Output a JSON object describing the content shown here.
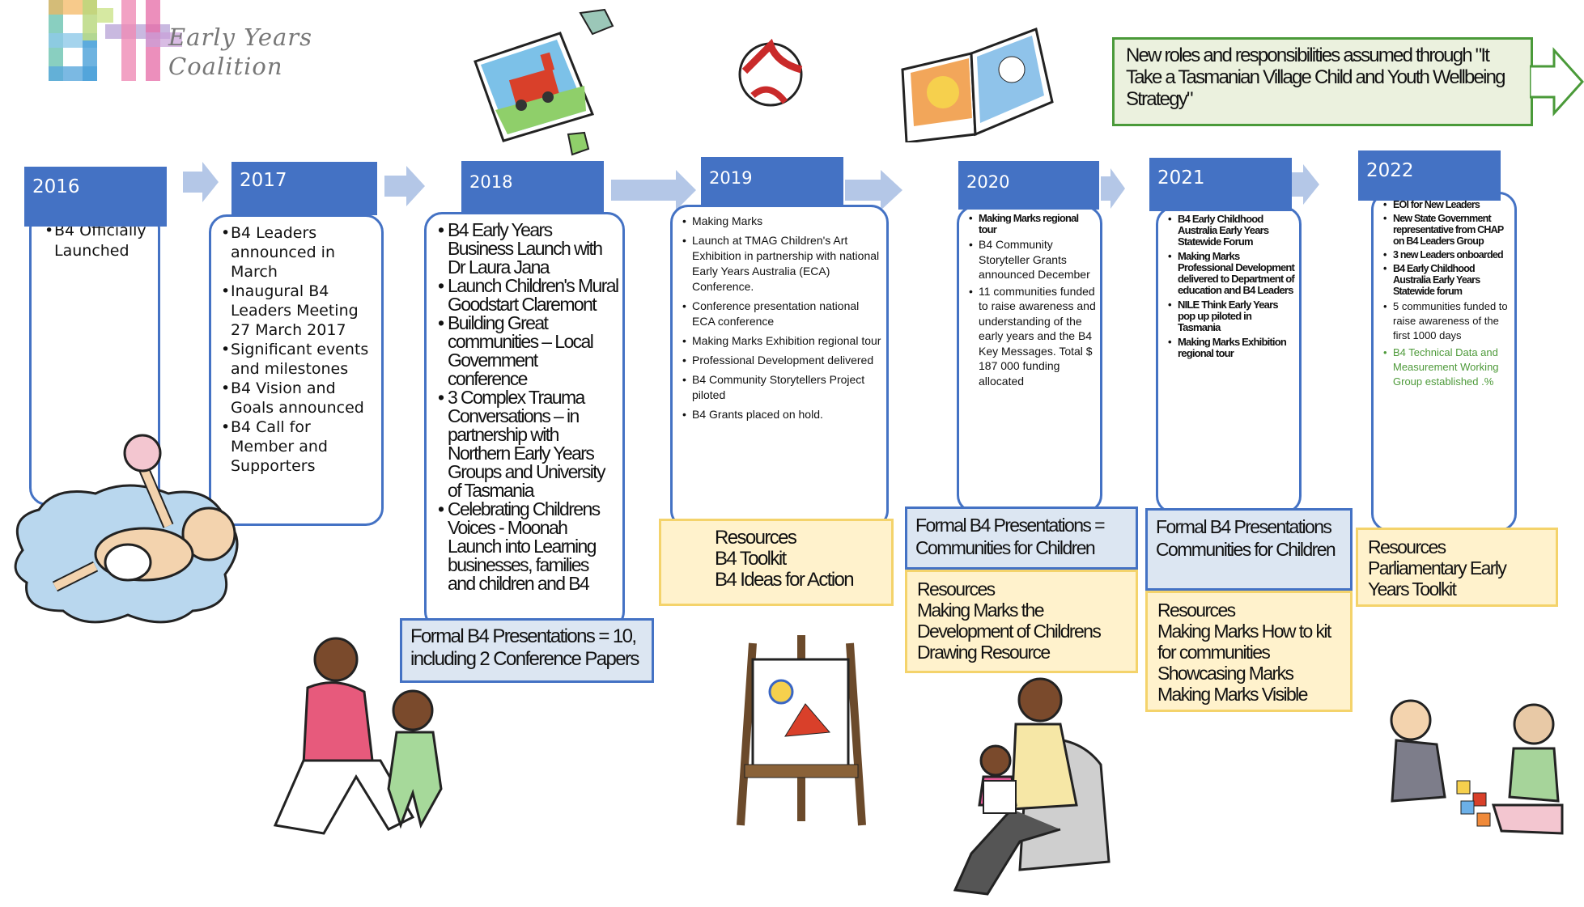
{
  "logo": {
    "mark": "B4",
    "line1": "Early Years",
    "line2": "Coalition"
  },
  "callout": {
    "text": "New roles and responsibilities assumed through \"It Take a Tasmanian Village Child and Youth Wellbeing Strategy\""
  },
  "colors": {
    "year_tab": "#4472c4",
    "presentation_fill": "#dce6f2",
    "resources_fill": "#fff2cc",
    "resources_border": "#f4d36b",
    "callout_fill": "#ebf1de",
    "callout_border": "#4a9a39",
    "arrow": "#b4c7e7"
  },
  "timeline": [
    {
      "year": "2016",
      "items": [
        "B4 Officially Launched"
      ]
    },
    {
      "year": "2017",
      "items": [
        "B4 Leaders announced in March",
        "Inaugural B4 Leaders Meeting 27 March 2017",
        "Significant events and milestones",
        "B4 Vision and Goals announced",
        "B4 Call for Member and Supporters"
      ]
    },
    {
      "year": "2018",
      "items": [
        "B4 Early Years Business Launch with Dr Laura Jana",
        "Launch Children's Mural Goodstart Claremont",
        "Building Great communities – Local Government conference",
        "3 Complex Trauma Conversations – in partnership with Northern Early Years Groups and University of Tasmania",
        "Celebrating Childrens Voices - Moonah Launch into Learning businesses, families and children and B4"
      ],
      "presentations": "Formal B4 Presentations = 10, including 2 Conference Papers"
    },
    {
      "year": "2019",
      "items": [
        "Making Marks",
        "Launch at TMAG Children's Art Exhibition in partnership with national Early Years Australia (ECA) Conference.",
        "Conference presentation national ECA conference",
        "Making Marks Exhibition regional tour",
        "Professional Development delivered",
        "B4 Community Storytellers Project piloted",
        "B4 Grants placed on hold."
      ],
      "resources": [
        "Resources",
        "B4 Toolkit",
        "B4 Ideas for Action"
      ]
    },
    {
      "year": "2020",
      "items": [
        "Making Marks regional tour",
        "B4 Community Storyteller Grants announced December",
        "11 communities funded to raise awareness and understanding of the early years and the B4 Key Messages. Total $ 187 000 funding allocated"
      ],
      "presentations": "Formal B4 Presentations = Communities for Children",
      "resources": [
        "Resources",
        "Making Marks the Development of Childrens Drawing Resource"
      ]
    },
    {
      "year": "2021",
      "items": [
        "B4 Early Childhood Australia Early Years Statewide Forum",
        "Making Marks Professional Development delivered to Department of education and B4 Leaders",
        "NILE Think Early Years pop up piloted in Tasmania",
        "Making Marks Exhibition regional tour"
      ],
      "presentations": "Formal B4 Presentations Communities for Children",
      "resources": [
        "Resources",
        "Making Marks How to kit for communities",
        "Showcasing Marks",
        "Making Marks Visible"
      ]
    },
    {
      "year": "2022",
      "items": [
        "EOI for New Leaders",
        "New State Government representative from CHAP on B4 Leaders Group",
        "3 new Leaders onboarded",
        "B4 Early Childhood Australia Early Years Statewide forum",
        "5 communities funded to raise awareness of the first 1000 days",
        "B4 Technical Data and Measurement Working Group established .%"
      ],
      "resources": [
        "Resources",
        "Parliamentary Early Years Toolkit"
      ]
    }
  ],
  "illustrations": [
    "baby-rattle-illustration",
    "jigsaw-train-illustration",
    "ball-illustration",
    "picture-book-illustration",
    "mother-toddler-illustration",
    "easel-painting-illustration",
    "father-reading-illustration",
    "children-blocks-illustration"
  ]
}
